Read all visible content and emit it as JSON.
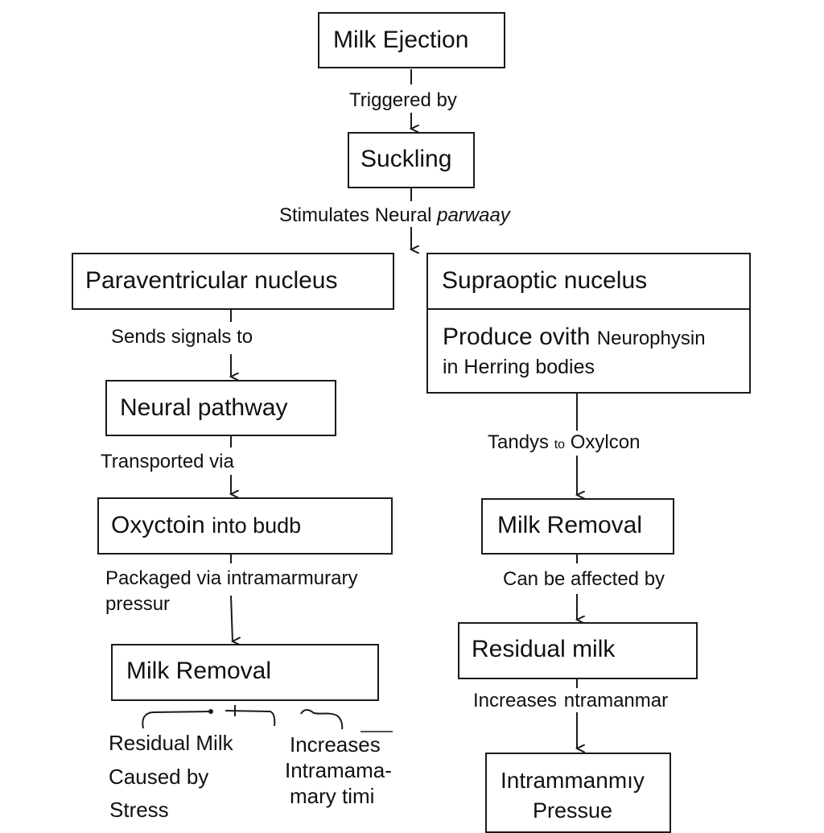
{
  "nodes": {
    "milk_ejection": "Milk Ejection",
    "suckling": "Suckling",
    "paraventricular": "Paraventricular nucleus",
    "supraoptic": "Supraoptic nucelus",
    "produce_line1_a": "Produce ovith",
    "produce_line1_b": "Neurophysin",
    "produce_line2": "in Herring bodies",
    "neural_pathway": "Neural pathway",
    "oxytocin_a": "Oxyctoin",
    "oxytocin_b": "into budb",
    "milk_removal_left": "Milk Removal",
    "milk_removal_right": "Milk Removal",
    "residual_milk_right": "Residual milk",
    "intramammary_line1": "Intrammanmıy",
    "intramammary_line2": "Pressue"
  },
  "edges": {
    "triggered_by": "Triggered by",
    "stimulates_a": "Stimulates Neural",
    "stimulates_b": "parwaay",
    "sends_signals": "Sends signals to",
    "transported_via": "Transported via",
    "packaged_line1": "Packaged via intramarmurary",
    "packaged_line2": "pressur",
    "tandys_a": "Tandys",
    "tandys_b": "to",
    "tandys_c": "Oxylcon",
    "can_be_affected": "Can be affected by",
    "increases_right": "Increases  ntramanmar"
  },
  "notes": {
    "residual_milk_line1": "Residual Milk",
    "residual_milk_line2": "Caused by",
    "residual_milk_line3": "Stress",
    "increases_line1": "Increases",
    "increases_line2": "Intramama-",
    "increases_line3": "mary timi"
  }
}
